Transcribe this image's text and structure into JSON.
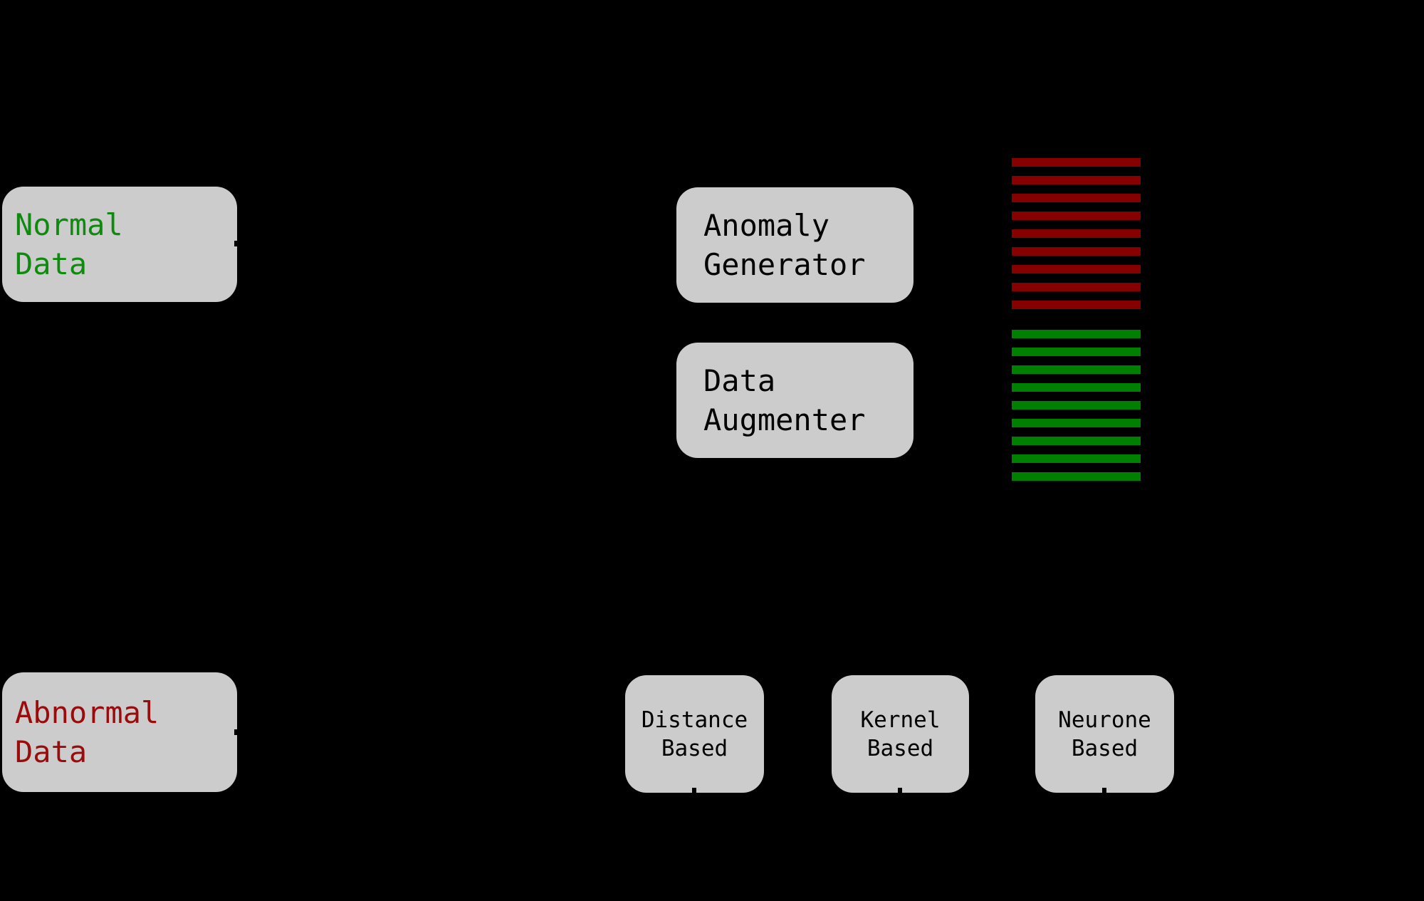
{
  "diagram": {
    "background": "#000000",
    "box_fill": "#cccccc",
    "boxes": {
      "normal_data": {
        "label": "Normal\nData",
        "text_color": "#0e8b0e"
      },
      "abnormal_data": {
        "label": "Abnormal\nData",
        "text_color": "#9a0c0c"
      },
      "anomaly_generator": {
        "label": "Anomaly\nGenerator",
        "text_color": "#000000"
      },
      "data_augmenter": {
        "label": "Data\nAugmenter",
        "text_color": "#000000"
      },
      "distance_based": {
        "label": "Distance\nBased",
        "text_color": "#000000"
      },
      "kernel_based": {
        "label": "Kernel\nBased",
        "text_color": "#000000"
      },
      "neurone_based": {
        "label": "Neurone\nBased",
        "text_color": "#000000"
      }
    },
    "stacks": {
      "anomalous_rows": {
        "count": 9,
        "color": "#860000",
        "stripe_name": "anomalous-data-row-stripe"
      },
      "normal_rows": {
        "count": 9,
        "color": "#008000",
        "stripe_name": "normal-data-row-stripe"
      }
    }
  }
}
